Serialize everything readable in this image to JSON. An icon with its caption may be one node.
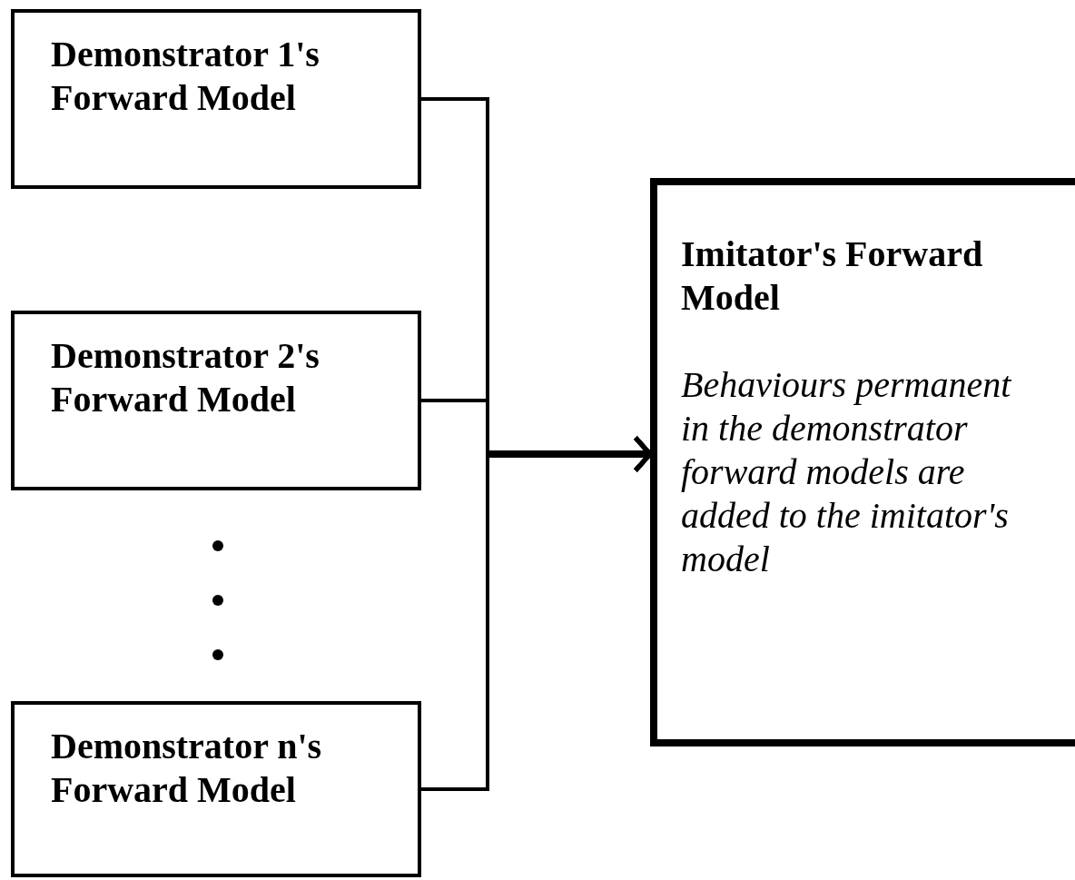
{
  "diagram": {
    "nodes": [
      {
        "text": [
          "Demonstrator 1's Forward Model"
        ]
      },
      {
        "text": [
          "Demonstrator 2's Forward Model"
        ]
      },
      {
        "text": [
          "Demonstrator n's Forward Model"
        ]
      },
      {
        "text": [
          "Imitator's Forward Model",
          "Behaviours permanent in the demonstrator forward models are added to the imitator's model"
        ]
      }
    ],
    "edges": [
      {
        "from": 0,
        "to": 3,
        "arrow": "to"
      },
      {
        "from": 1,
        "to": 3,
        "arrow": "to"
      },
      {
        "from": 2,
        "to": 3,
        "arrow": "to"
      }
    ]
  }
}
